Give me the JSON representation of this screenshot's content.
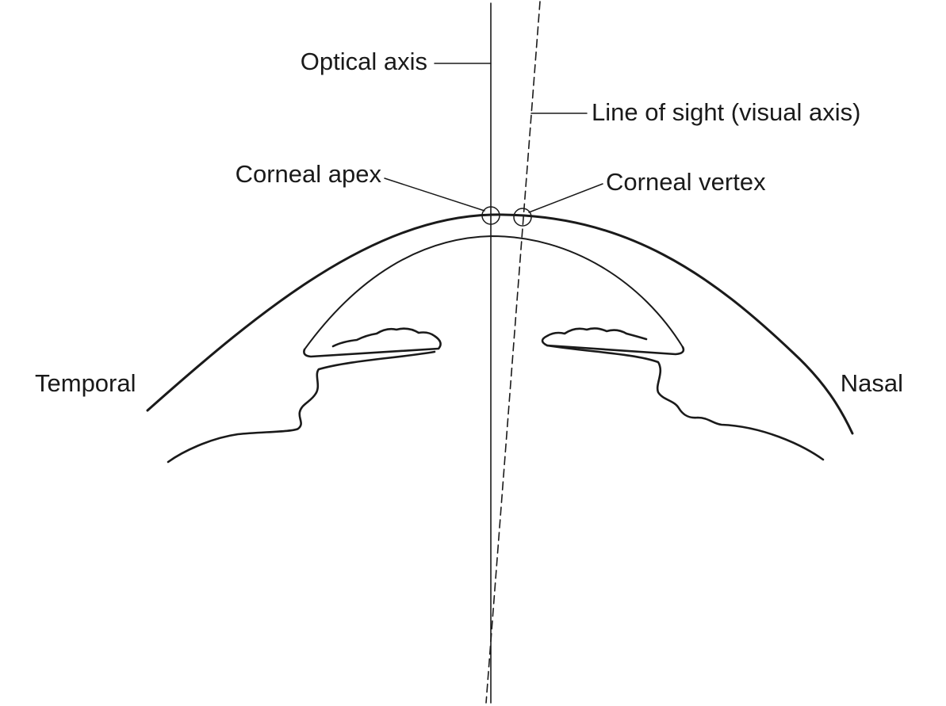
{
  "labels": {
    "optical_axis": "Optical axis",
    "line_of_sight": "Line of sight (visual axis)",
    "corneal_apex": "Corneal apex",
    "corneal_vertex": "Corneal vertex",
    "temporal": "Temporal",
    "nasal": "Nasal"
  },
  "colors": {
    "ink": "#1a1a1a",
    "background": "#ffffff"
  }
}
